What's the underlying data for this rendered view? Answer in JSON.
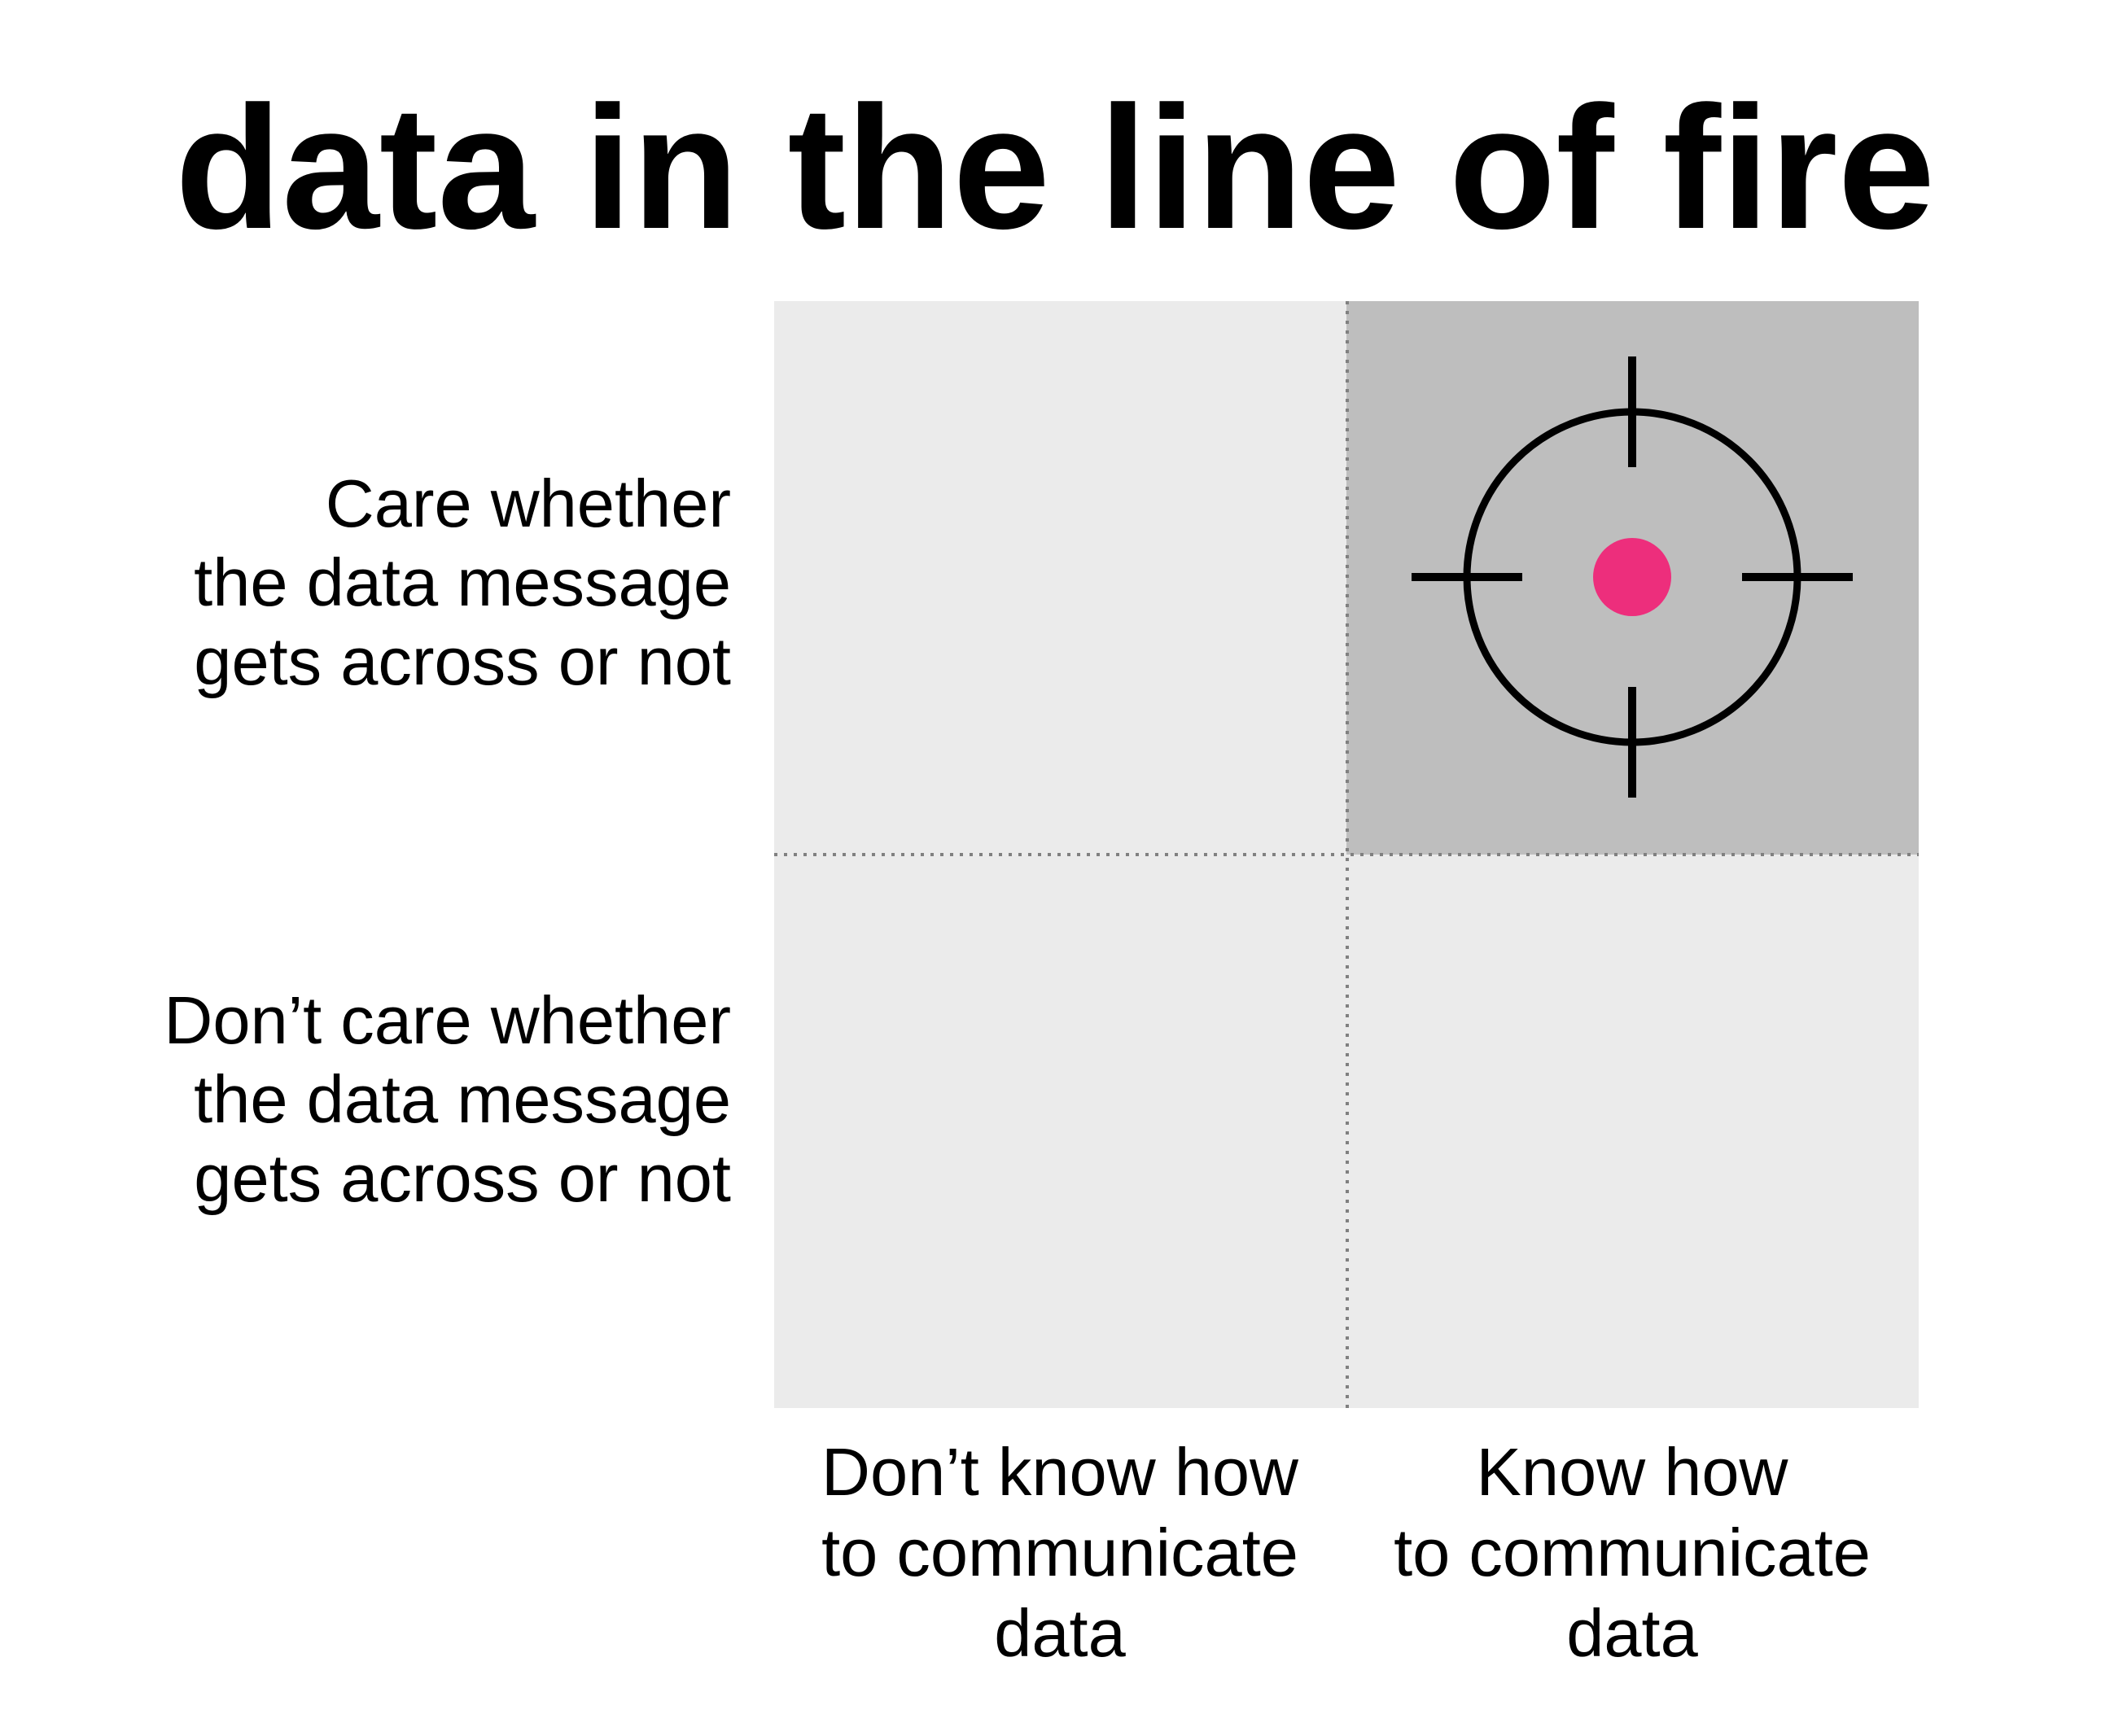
{
  "title": "data in the line of fire",
  "colors": {
    "background": "#FFFFFF",
    "text": "#000000",
    "quadrant-light": "#EBEBEB",
    "quadrant-highlight": "#BEBEBE",
    "divider": "#808080",
    "crosshair": "#000000",
    "target-dot": "#ED2E7C"
  },
  "icons": {
    "crosshair_target": "crosshair-target-icon (black circle with four rim tick marks and pink center dot, drawn as inline SVG)"
  },
  "row_labels": {
    "top": {
      "lines": [
        "Care whether",
        "the data message",
        "gets across or not"
      ]
    },
    "bottom": {
      "lines": [
        "Don’t care whether",
        "the data message",
        "gets across or not"
      ]
    }
  },
  "col_labels": {
    "left": {
      "lines": [
        "Don’t know how",
        "to communicate",
        "data"
      ]
    },
    "right": {
      "lines": [
        "Know how",
        "to communicate",
        "data"
      ]
    }
  },
  "chart_data": {
    "type": "scatter",
    "title": "data in the line of fire",
    "x_categories": [
      "Don’t know how to communicate data",
      "Know how to communicate data"
    ],
    "y_categories": [
      "Don’t care whether the data message gets across or not",
      "Care whether the data message gets across or not"
    ],
    "points": [
      {
        "x": "Know how to communicate data",
        "y": "Care whether the data message gets across or not",
        "quadrant": "top-right",
        "marker": "crosshair-target",
        "marker_color": "#ED2E7C"
      }
    ],
    "highlighted_quadrant": "top-right",
    "grid": "dotted quadrant dividers",
    "legend": "none",
    "axis_label_position": {
      "x": "below columns, centered",
      "y": "left of rows, right-aligned"
    }
  }
}
